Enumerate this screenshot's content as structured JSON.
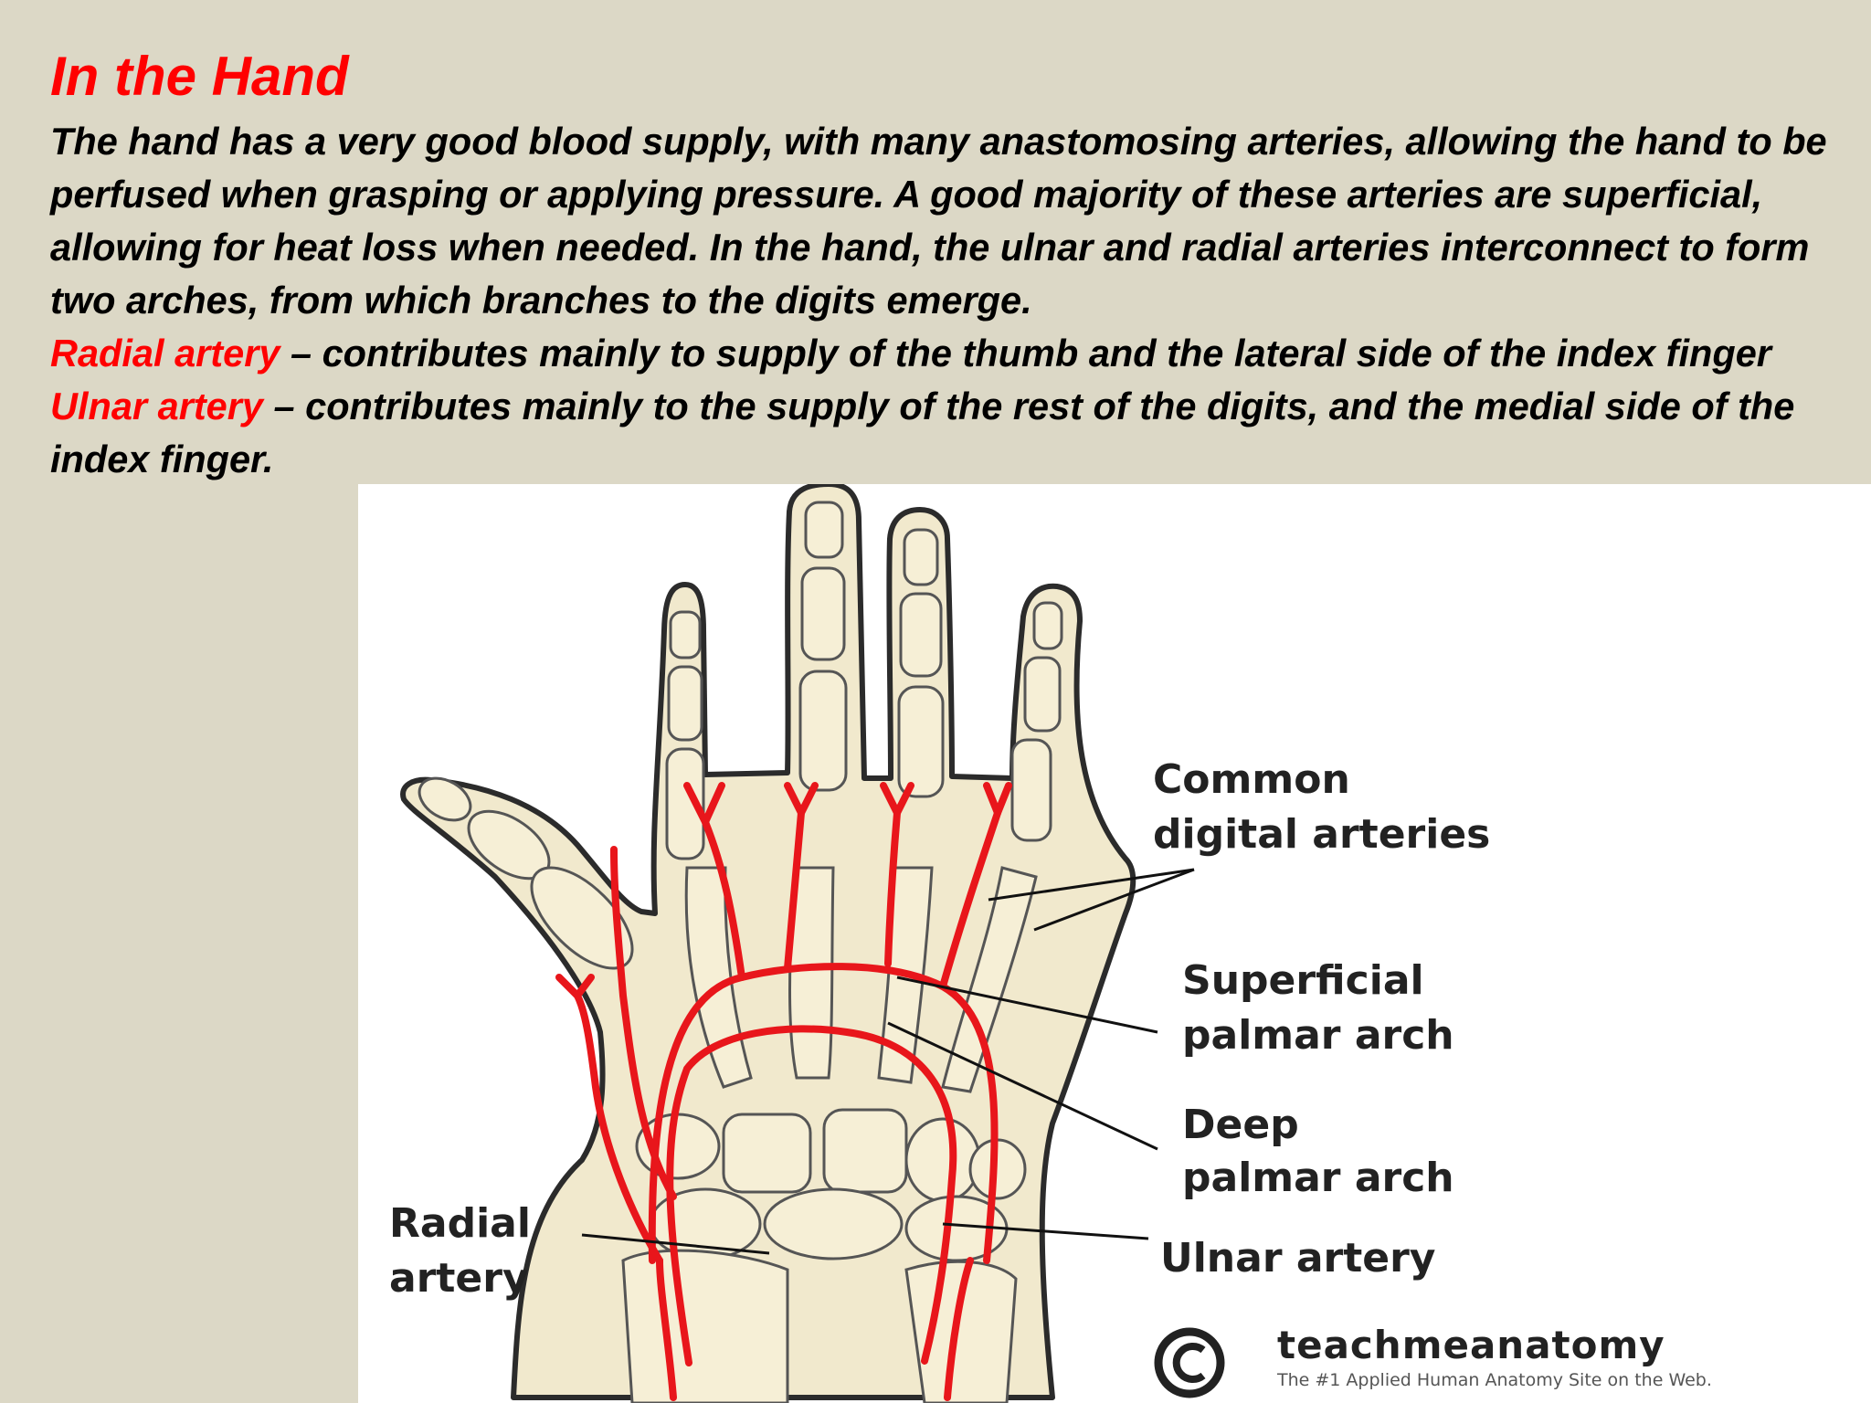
{
  "slide": {
    "title": "In the Hand",
    "paragraph": "The hand has a very good blood supply, with many anastomosing arteries, allowing the hand to be perfused when grasping or applying pressure. A good majority of these arteries are superficial, allowing for heat loss when needed. In the hand, the ulnar and radial arteries interconnect to form two arches, from which branches to the digits emerge.",
    "radial": {
      "term": "Radial artery",
      "text": " – contributes mainly to supply of the thumb and the lateral side of the index finger"
    },
    "ulnar": {
      "term": "Ulnar artery",
      "text": " – contributes mainly to the supply of the rest of the digits, and the medial side of the index finger."
    }
  },
  "figure": {
    "labels": {
      "common_1": "Common",
      "common_2": "digital arteries",
      "superficial_1": "Superficial",
      "superficial_2": "palmar arch",
      "deep_1": "Deep",
      "deep_2": "palmar arch",
      "ulnar": "Ulnar artery",
      "radial_1": "Radial",
      "radial_2": "artery"
    },
    "watermark": {
      "symbol": "©",
      "brand": "teachmeanatomy",
      "tagline": "The #1 Applied Human Anatomy Site on the Web."
    },
    "colors": {
      "artery": "#e8161b",
      "bone": "#f1e9cd",
      "outline": "#2b2b2b",
      "background": "#dcd8c6"
    }
  }
}
